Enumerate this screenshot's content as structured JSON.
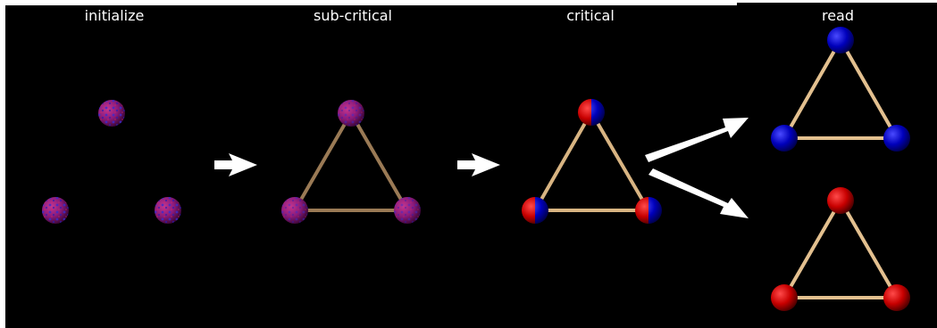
{
  "stages": [
    {
      "id": "initialize",
      "label": "initialize"
    },
    {
      "id": "sub-critical",
      "label": "sub-critical"
    },
    {
      "id": "critical",
      "label": "critical"
    },
    {
      "id": "read",
      "label": "read"
    }
  ],
  "colors": {
    "background": "#000000",
    "edge_dim": "#9a7a55",
    "edge_bright": "#e3c08f",
    "red": "#d90000",
    "blue": "#0000c8",
    "mixed": "#8a1a7a",
    "arrow": "#ffffff"
  },
  "readout_states": [
    "all-blue",
    "all-red"
  ]
}
